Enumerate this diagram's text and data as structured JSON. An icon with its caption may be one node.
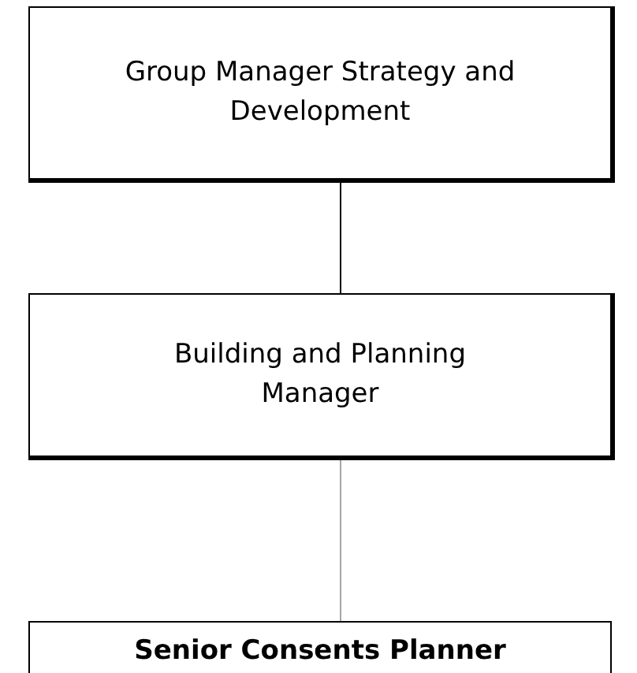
{
  "diagram": {
    "nodes": [
      {
        "text": [
          "Group Manager Strategy and Development"
        ]
      },
      {
        "text": [
          "Building and Planning Manager"
        ]
      },
      {
        "text": [
          "Senior Consents Planner"
        ]
      }
    ],
    "edges": [
      {
        "from": 0,
        "to": 1,
        "arrow": "none"
      },
      {
        "from": 1,
        "to": 2,
        "arrow": "none",
        "color": "#a6a6a6"
      }
    ]
  }
}
